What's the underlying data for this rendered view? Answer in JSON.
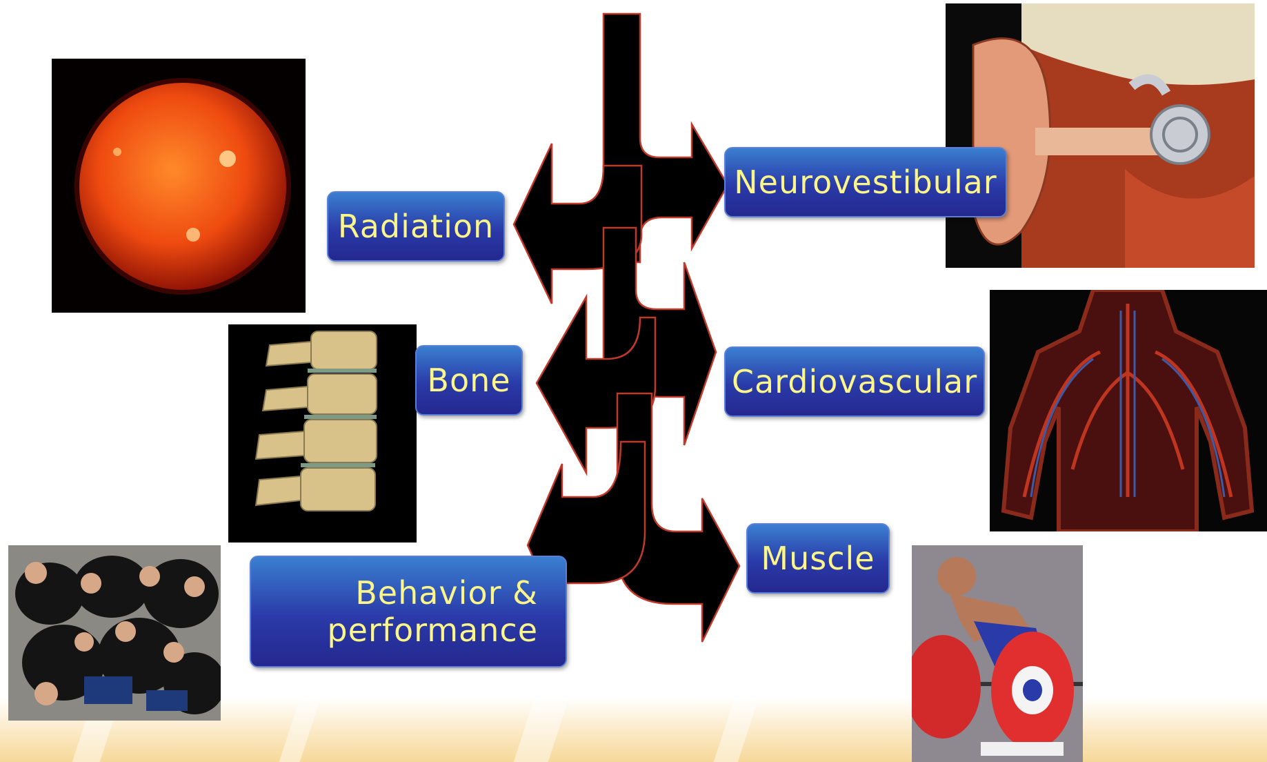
{
  "systems": {
    "left": [
      {
        "id": "radiation",
        "label": "Radiation",
        "image": "sun-photo"
      },
      {
        "id": "bone",
        "label": "Bone",
        "image": "spine-photo"
      },
      {
        "id": "behavior",
        "label_line1": "Behavior &",
        "label_line2": "performance",
        "image": "crew-photo"
      }
    ],
    "right": [
      {
        "id": "neurovestibular",
        "label": "Neurovestibular",
        "image": "inner-ear-photo"
      },
      {
        "id": "cardiovascular",
        "label": "Cardiovascular",
        "image": "circulatory-system-photo"
      },
      {
        "id": "muscle",
        "label": "Muscle",
        "image": "weightlifter-photo"
      }
    ]
  },
  "colors": {
    "label_text": "#fbf58a",
    "label_bg": "#2a3aa8",
    "arrow_fill": "#000000",
    "arrow_outline": "#c0392b"
  }
}
